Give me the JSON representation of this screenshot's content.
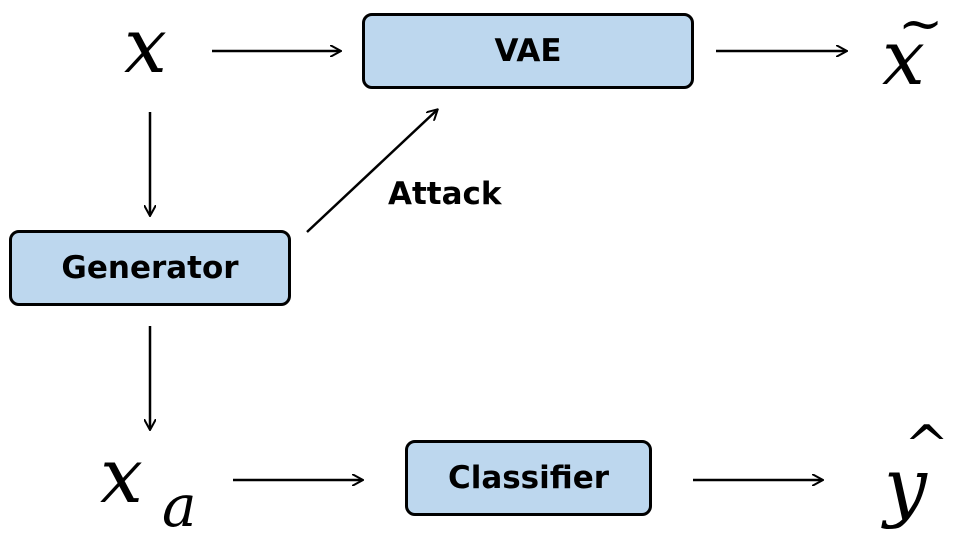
{
  "nodes": {
    "input": "x",
    "vae": "VAE",
    "reconstruction": "x",
    "generator": "Generator",
    "adversarial": "x",
    "adversarial_subscript": "a",
    "classifier": "Classifier",
    "prediction": "y"
  },
  "accents": {
    "tilde": "~",
    "hat": "^"
  },
  "edges": {
    "attack_label": "Attack"
  }
}
